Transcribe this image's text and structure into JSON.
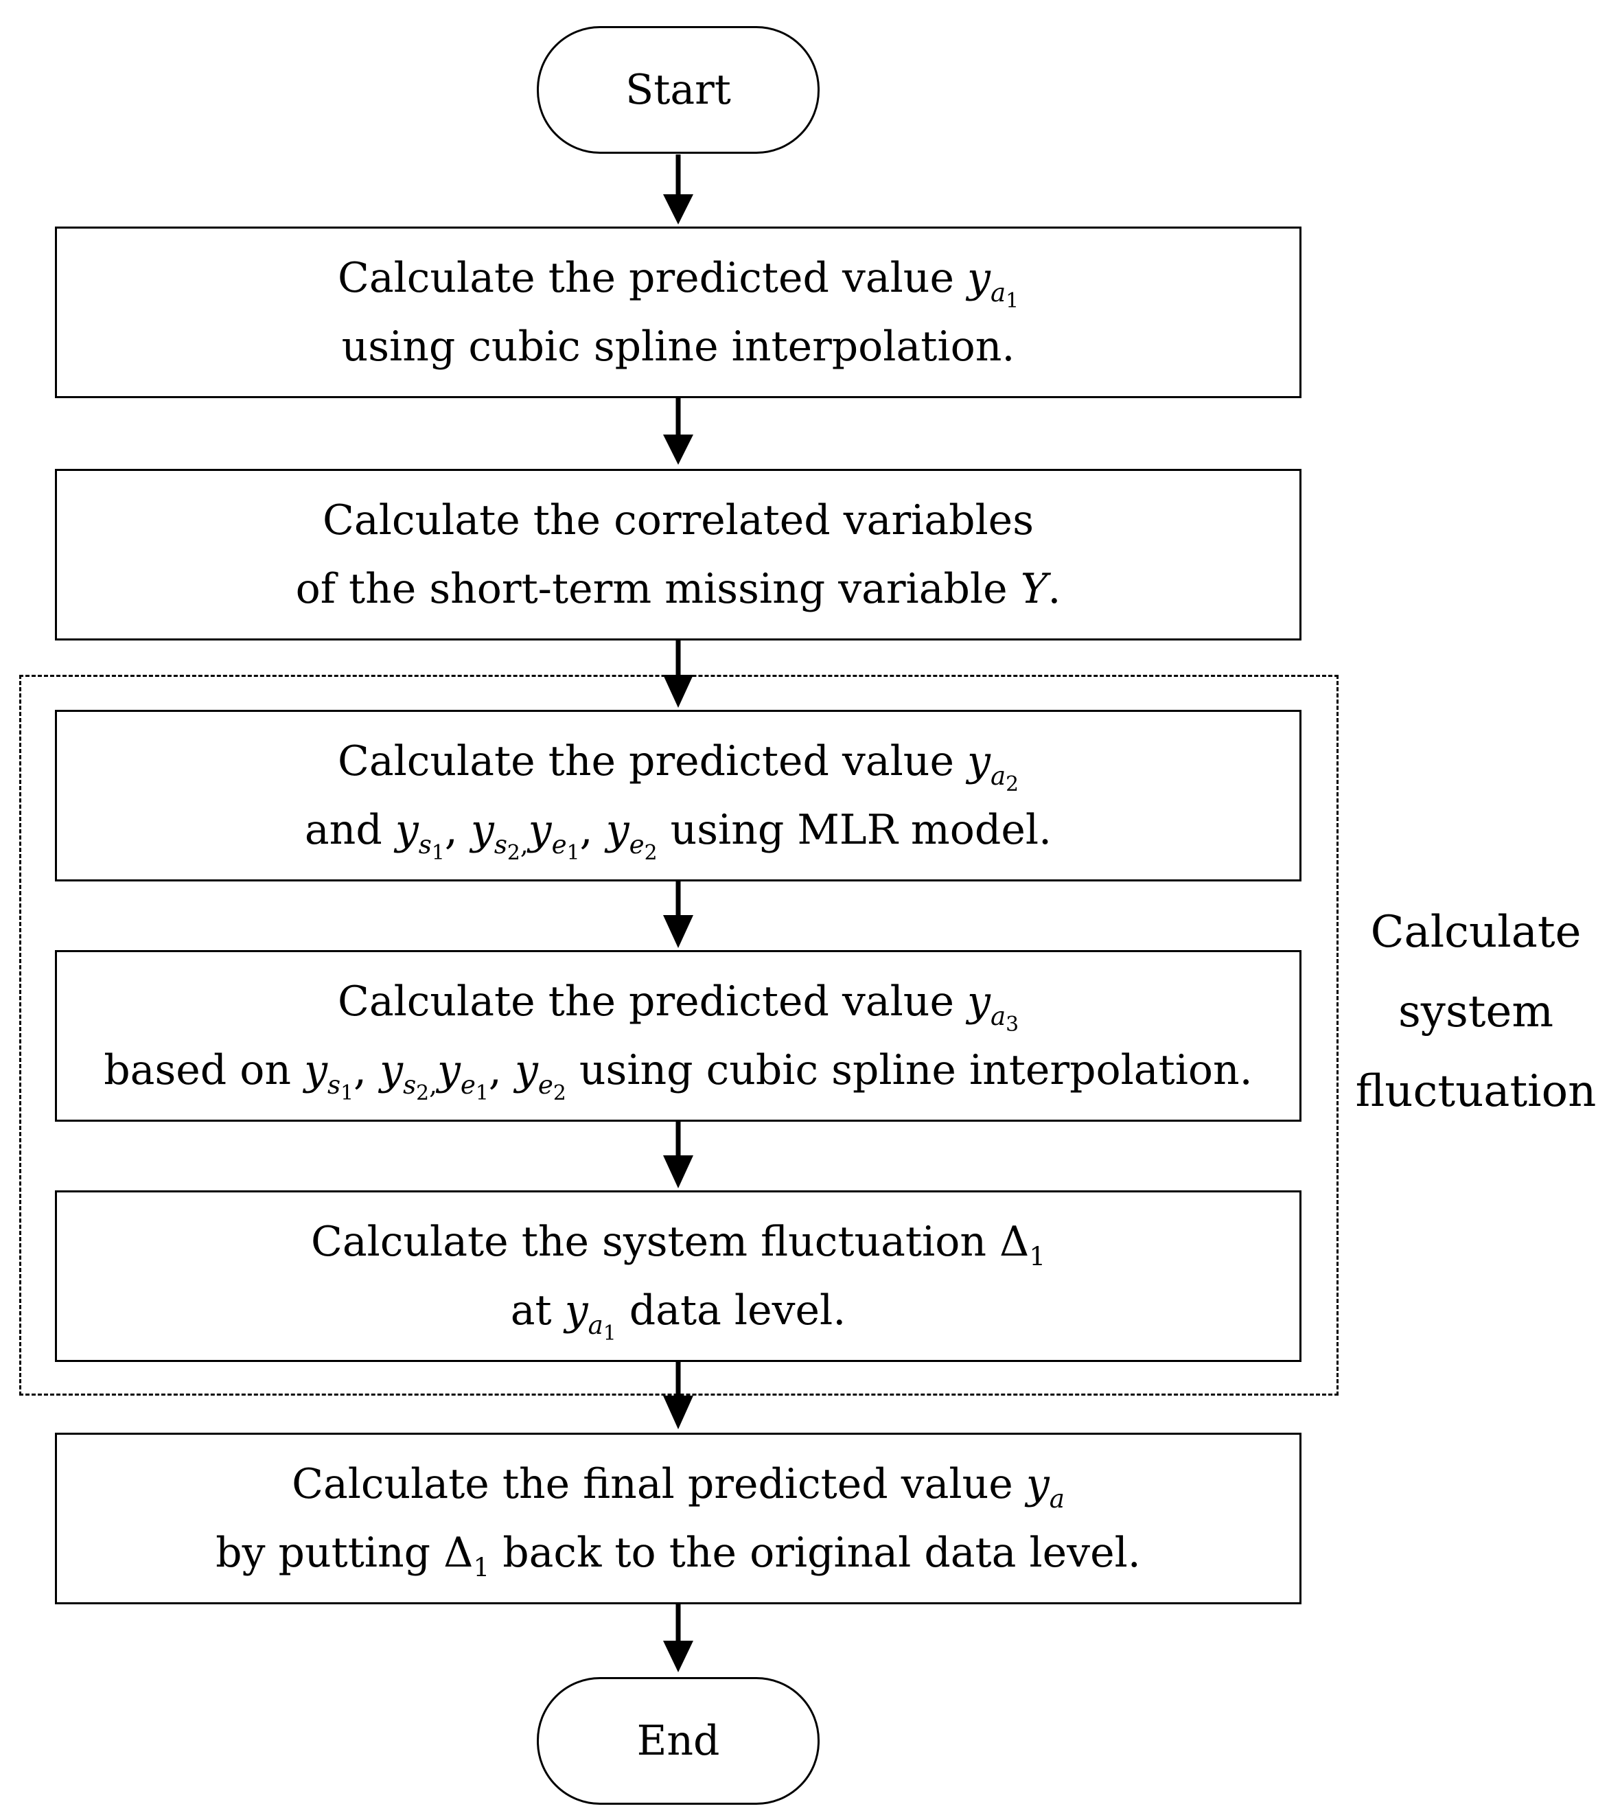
{
  "start": {
    "label": "Start"
  },
  "end": {
    "label": "End"
  },
  "steps": [
    {
      "line1": "Calculate the predicted value",
      "line2": "using cubic spline interpolation."
    },
    {
      "line1": "Calculate the correlated variables",
      "line2": "of the short-term missing variable"
    },
    {
      "line1": "Calculate the predicted value",
      "line2_pre": "and",
      "line2_post": "using MLR model."
    },
    {
      "line1": "Calculate the predicted value",
      "line2_pre": "based on",
      "line2_post": "using cubic spline interpolation."
    },
    {
      "line1": "Calculate the system fluctuation",
      "line2_pre": "at",
      "line2_post": "data level."
    },
    {
      "line1": "Calculate the final predicted value",
      "line2_pre": "by putting",
      "line2_post": "back to the original data level."
    }
  ],
  "group": {
    "label_lines": [
      "Calculate",
      "system",
      "fluctuation"
    ]
  },
  "math": {
    "y": "y",
    "a": "a",
    "s": "s",
    "e": "e",
    "one": "1",
    "two": "2",
    "three": "3",
    "Y": "Y",
    "delta": "Δ",
    "comma": ",",
    "period": "."
  }
}
